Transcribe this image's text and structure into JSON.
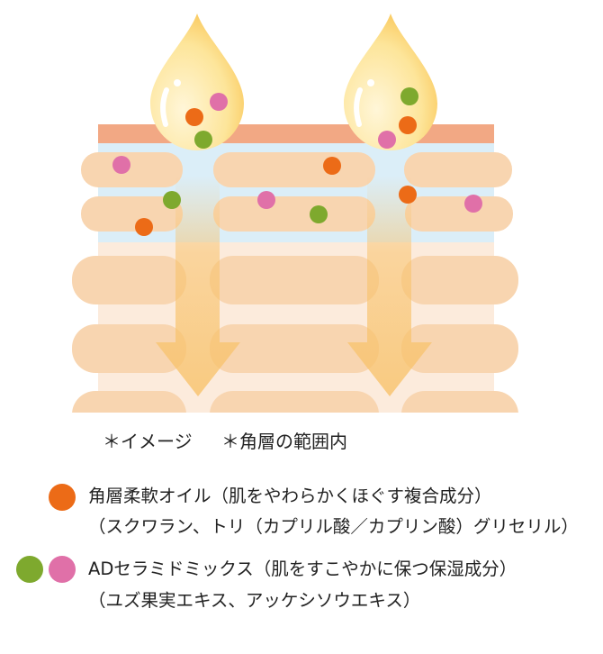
{
  "notes": [
    "＊イメージ",
    "＊角層の範囲内"
  ],
  "legend": [
    {
      "line1": "角層柔軟オイル（肌をやわらかくほぐす複合成分）",
      "line2": "（スクワラン、トリ（カプリル酸／カプリン酸）グリセリル）",
      "dot_colors": [
        "#ec6b17"
      ]
    },
    {
      "line1": "ADセラミドミックス（肌をすこやかに保つ保湿成分）",
      "line2": "（ユズ果実エキス、アッケシソウエキス）",
      "dot_colors": [
        "#7ea92e",
        "#e070a8"
      ]
    }
  ],
  "colors": {
    "orange": "#ec6b17",
    "green": "#7ea92e",
    "pink": "#e070a8",
    "skin_top": "#f2a884",
    "cell": "#f8d5b0",
    "intercellular": "#dbeef8",
    "lower_bg": "#fcebdc",
    "arrow": "#f8c26a"
  }
}
